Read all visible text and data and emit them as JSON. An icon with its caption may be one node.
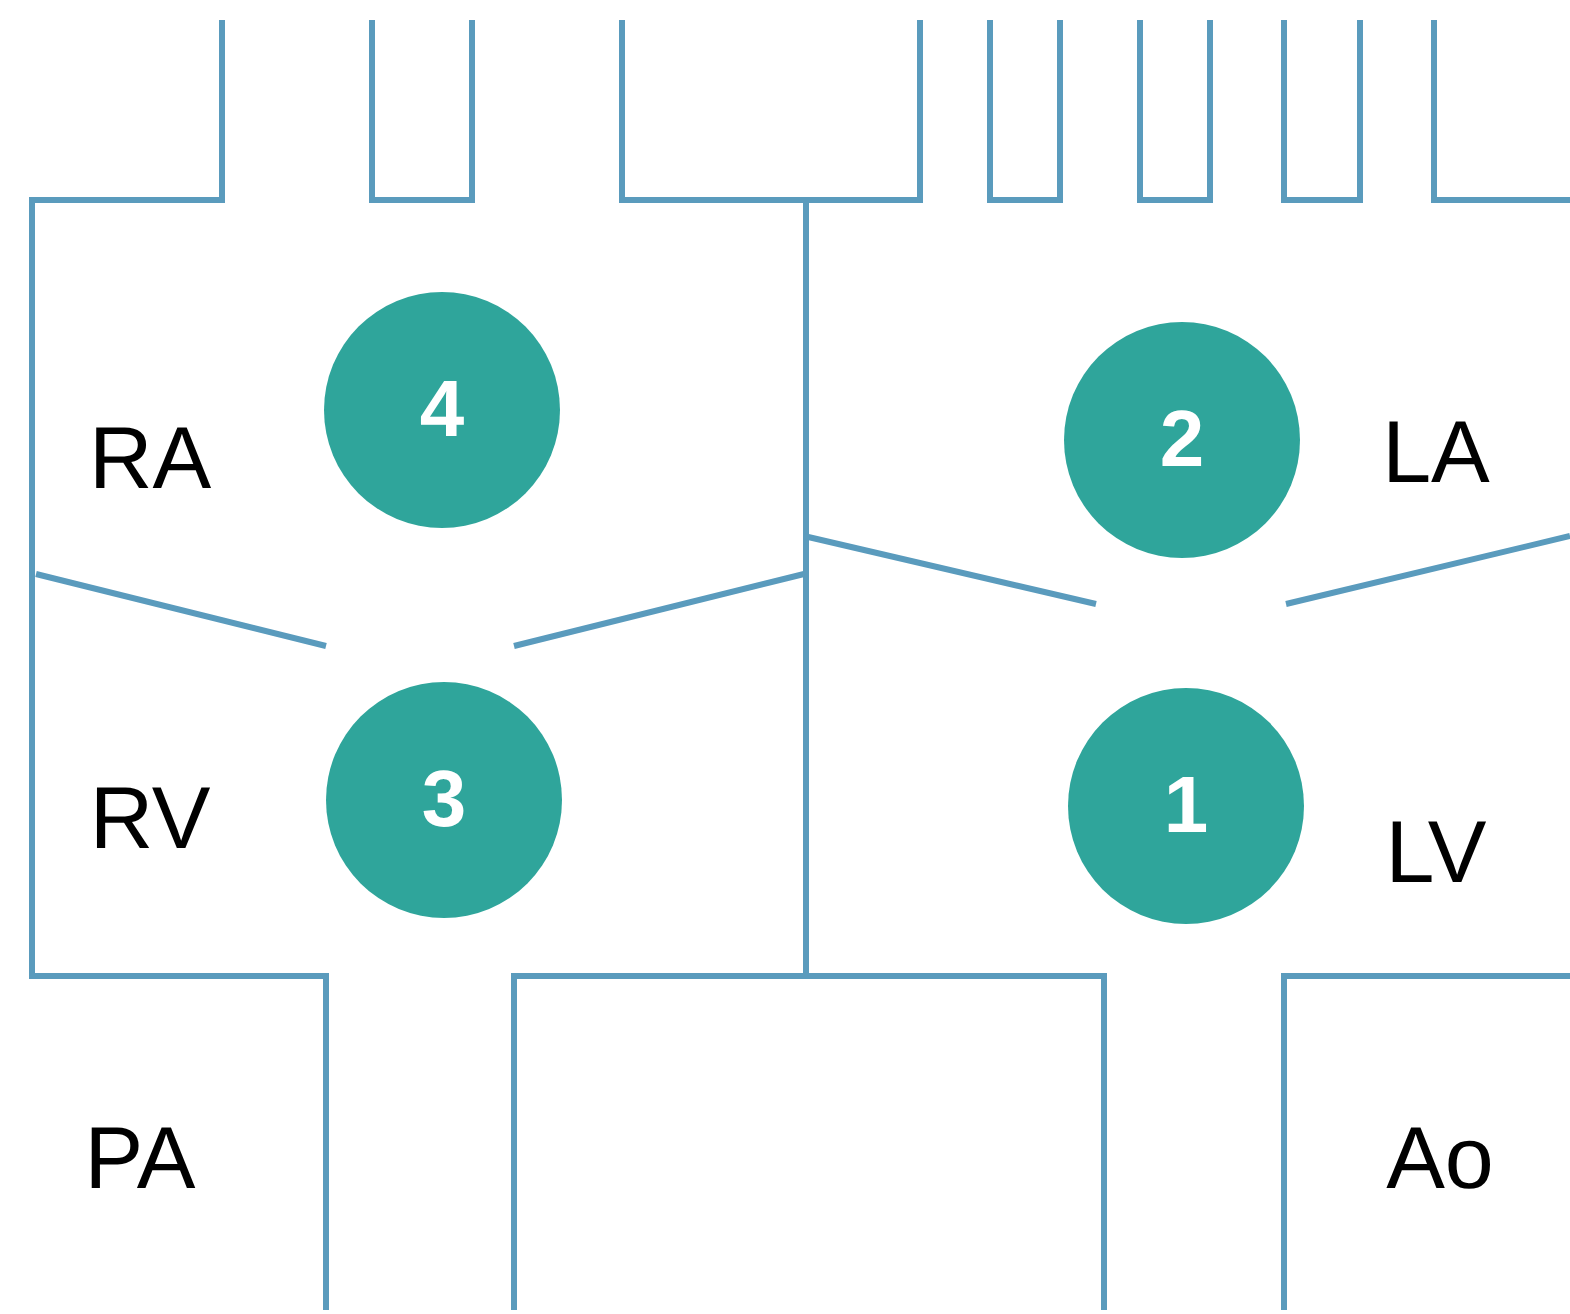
{
  "diagram": {
    "nodes": [
      {
        "text": [
          "4"
        ]
      },
      {
        "text": [
          "2"
        ]
      },
      {
        "text": [
          "3"
        ]
      },
      {
        "text": [
          "1"
        ]
      }
    ],
    "labels": [
      "RA",
      "LA",
      "RV",
      "LV",
      "PA",
      "Ao"
    ]
  }
}
